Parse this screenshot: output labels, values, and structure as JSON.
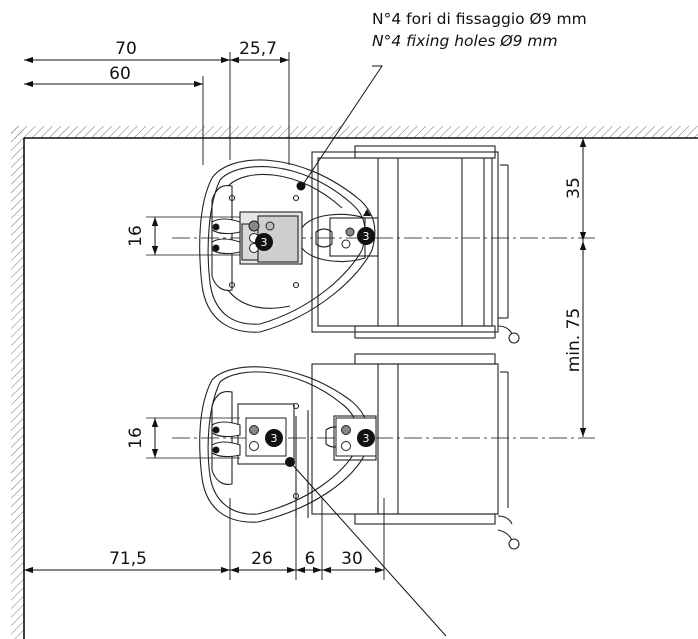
{
  "notes": {
    "fixing_holes_it": "N°4 fori di fissaggio Ø9 mm",
    "fixing_holes_en": "N°4 fixing holes Ø9 mm"
  },
  "dimensions": {
    "top_70": "70",
    "top_60": "60",
    "top_257": "25,7",
    "bottom_715": "71,5",
    "bottom_26": "26",
    "bottom_6": "6",
    "bottom_30": "30",
    "right_35": "35",
    "right_min75": "min. 75",
    "left_16_upper": "16",
    "left_16_lower": "16"
  },
  "control_label": "3"
}
